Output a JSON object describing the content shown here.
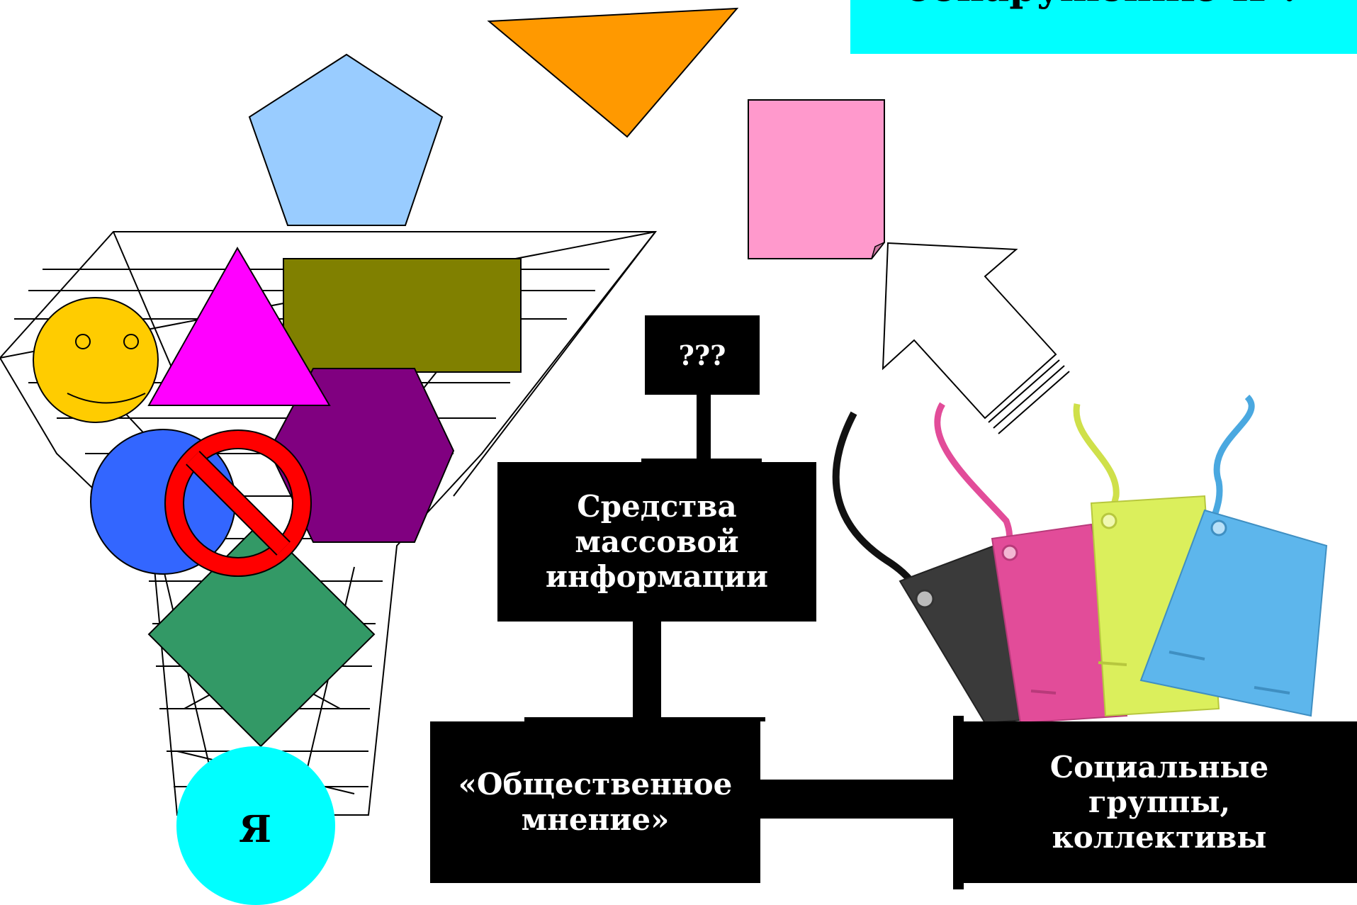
{
  "title": "обнаружению Я ?",
  "question_label": "???",
  "media_label": "Средства\nмассовой\nинформации",
  "opinion_label": "«Общественное\nмнение»",
  "groups_label": "Социальные\nгруппы,\nколлективы",
  "self_label": "Я",
  "colors": {
    "title_bg": "#00ffff",
    "block_bg": "#000000",
    "pentagon": "#99ccff",
    "triangle_orange": "#ff9900",
    "pink_note": "#ff99cc",
    "smiley": "#ffcc00",
    "triangle_magenta": "#ff00ff",
    "olive_rect": "#808000",
    "hexagon": "#800080",
    "blue_circle": "#3366ff",
    "no_sign": "#ff0000",
    "diamond": "#339966",
    "self_circle": "#00ffff"
  },
  "icons": [
    "funnel",
    "pentagon",
    "orange-triangle",
    "pink-note",
    "outline-arrow",
    "smiley-face",
    "magenta-triangle",
    "olive-rectangle",
    "purple-hexagon",
    "blue-circle",
    "prohibition-icon",
    "green-diamond",
    "self-circle",
    "luggage-tags-photo"
  ]
}
